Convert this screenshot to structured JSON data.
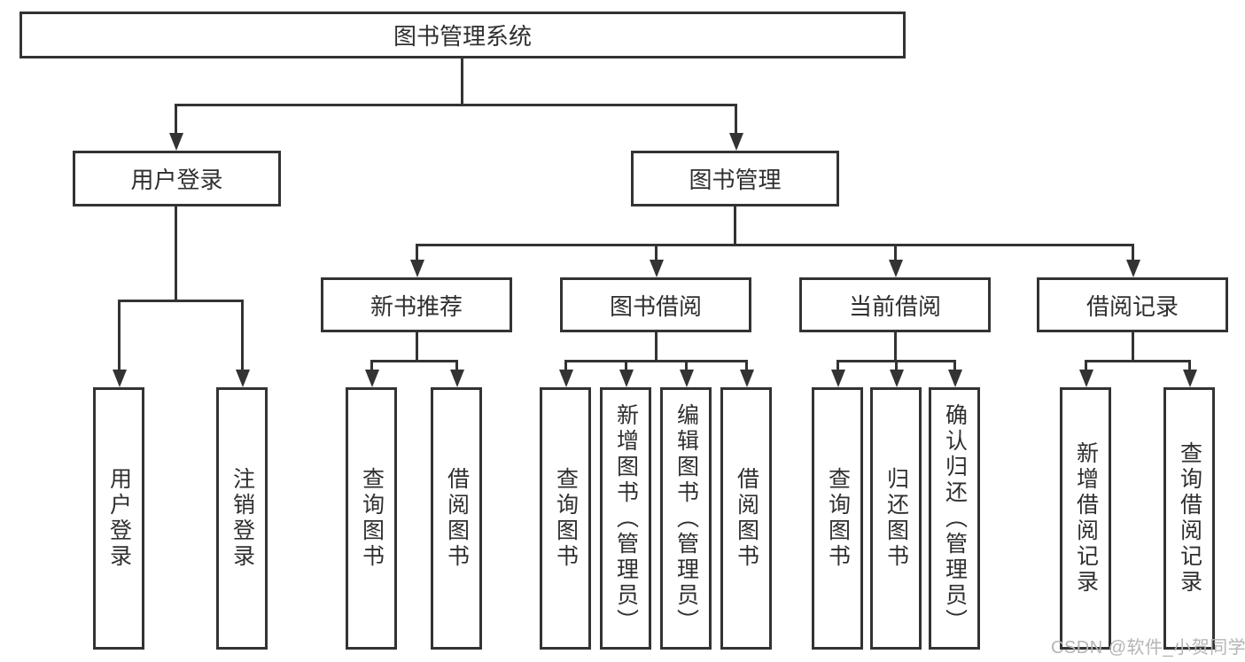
{
  "tree": {
    "root": {
      "label": "图书管理系统",
      "children": [
        {
          "label": "用户登录",
          "children": [
            {
              "label": "用户登录"
            },
            {
              "label": "注销登录"
            }
          ]
        },
        {
          "label": "图书管理",
          "children": [
            {
              "label": "新书推荐",
              "children": [
                {
                  "label": "查询图书"
                },
                {
                  "label": "借阅图书"
                }
              ]
            },
            {
              "label": "图书借阅",
              "children": [
                {
                  "label": "查询图书"
                },
                {
                  "label": "新增图书（管理员）"
                },
                {
                  "label": "编辑图书（管理员）"
                },
                {
                  "label": "借阅图书"
                }
              ]
            },
            {
              "label": "当前借阅",
              "children": [
                {
                  "label": "查询图书"
                },
                {
                  "label": "归还图书"
                },
                {
                  "label": "确认归还（管理员）"
                }
              ]
            },
            {
              "label": "借阅记录",
              "children": [
                {
                  "label": "新增借阅记录"
                },
                {
                  "label": "查询借阅记录"
                }
              ]
            }
          ]
        }
      ]
    }
  },
  "watermark": "CSDN @软件_小贺同学",
  "colors": {
    "line": "#333333",
    "text": "#2f2f2f",
    "background": "#ffffff",
    "watermark": "#b5b5b5"
  }
}
